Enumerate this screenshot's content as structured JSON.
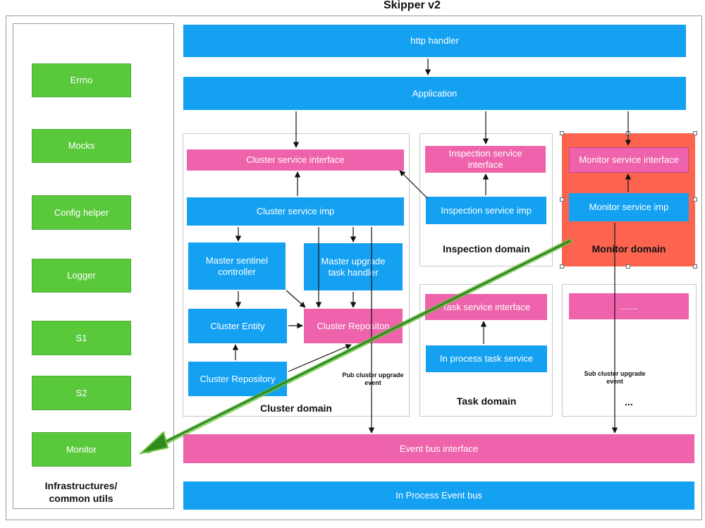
{
  "title": "Skipper v2",
  "left_panel": {
    "caption": [
      "Infrastructures/",
      "common utils"
    ],
    "items": [
      "Errno",
      "Mocks",
      "Config helper",
      "Logger",
      "S1",
      "S2",
      "Monitor"
    ]
  },
  "top": {
    "http_handler": "http handler",
    "application": "Application"
  },
  "cluster_domain": {
    "label": "Cluster domain",
    "service_interface": "Cluster service interface",
    "service_imp": "Cluster service imp",
    "master_sentinel": [
      "Master sentinel",
      "controller"
    ],
    "master_upgrade": [
      "Master upgrade",
      "task handler"
    ],
    "cluster_entity": "Cluster Entity",
    "cluster_repository_pink": "Cluster Repositon",
    "cluster_repository_blue": "Cluster Repository",
    "pub_event": [
      "Pub cluster upgrade",
      "event"
    ]
  },
  "inspection_domain": {
    "label": "Inspection domain",
    "interface": [
      "Inspection service",
      "interface"
    ],
    "imp": "Inspection service imp"
  },
  "monitor_domain": {
    "label": "Monitor domain",
    "interface": "Monitor service interface",
    "imp": "Monitor service imp"
  },
  "task_domain": {
    "label": "Task domain",
    "interface": "Task service interface",
    "service": "In process task service"
  },
  "more_domain": {
    "box": ".......",
    "label": "...",
    "sub_event": [
      "Sub cluster upgrade",
      "event"
    ]
  },
  "bottom": {
    "event_bus_interface": "Event bus interface",
    "event_bus": "In Process Event bus"
  },
  "colors": {
    "blue": "#14a1f2",
    "pink": "#ee63ac",
    "green": "#59c93b",
    "monitor_bg": "#fc6450",
    "arrow_green": "#2f8a1e"
  }
}
